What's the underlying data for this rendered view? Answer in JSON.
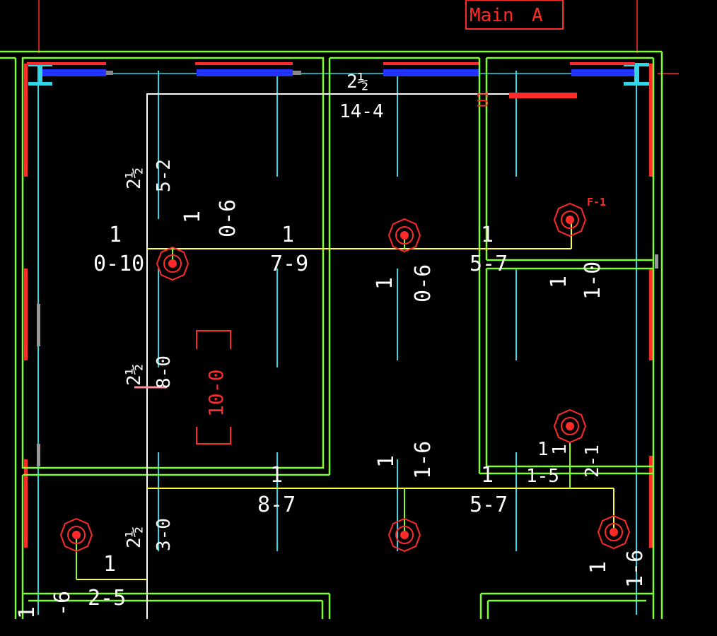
{
  "title_block": {
    "main_label": "Main",
    "main_letter": "A"
  },
  "labels": {
    "fixture_tag": "F-1",
    "panel_tag": "U1",
    "room_dimension": "10-0"
  },
  "pipe_labels": [
    {
      "id": "a",
      "size": "2½",
      "length": "14-4"
    },
    {
      "id": "b",
      "size": "2½",
      "length": "5-2"
    },
    {
      "id": "c",
      "size": "2½",
      "length": "8-0"
    },
    {
      "id": "d",
      "size": "2½",
      "length": "3-0"
    }
  ],
  "dimension_labels": [
    {
      "id": "d1",
      "count": "1",
      "length": "0-10"
    },
    {
      "id": "d2",
      "count": "1",
      "length": "0-6"
    },
    {
      "id": "d3",
      "count": "1",
      "length": "7-9"
    },
    {
      "id": "d4",
      "count": "1",
      "length": "0-6"
    },
    {
      "id": "d5",
      "count": "1",
      "length": "5-7"
    },
    {
      "id": "d6",
      "count": "1",
      "length": "1-0"
    },
    {
      "id": "d7",
      "count": "1",
      "length": "8-7"
    },
    {
      "id": "d8",
      "count": "1",
      "length": "1-6"
    },
    {
      "id": "d9",
      "count": "1",
      "length": "5-7"
    },
    {
      "id": "d10",
      "count": "1",
      "length": "1-5"
    },
    {
      "id": "d11",
      "count": "1",
      "length": "2-1"
    },
    {
      "id": "d12",
      "count": "1",
      "length": "2-5"
    },
    {
      "id": "d13",
      "count": "1",
      "length": "1-6"
    },
    {
      "id": "d14",
      "count": "1",
      "length": "-6"
    }
  ],
  "colors": {
    "background": "#000000",
    "wall": "#7fff2a",
    "main_pipe": "#ffffff",
    "branch_pipe": "#ffff33",
    "sprinkler": "#ff2a2a",
    "joist": "#33d6e6",
    "beam": "#2233ff"
  }
}
